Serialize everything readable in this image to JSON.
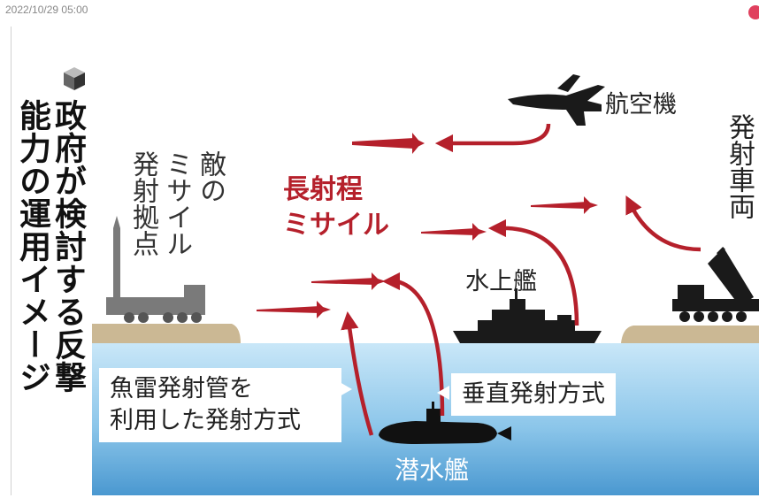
{
  "timestamp": "2022/10/29 05:00",
  "title_col_right": "政府が検討する反撃",
  "title_col_left": "能力の運用イメージ",
  "title_icon": "cube-icon",
  "enemy_base_label": [
    "敵の",
    "ミサイル",
    "発射拠点"
  ],
  "long_range_label": [
    "長射程",
    "ミサイル"
  ],
  "aircraft_label": "航空機",
  "launcher_vehicle_label": "発射車両",
  "surface_ship_label": "水上艦",
  "submarine_label": "潜水艦",
  "vertical_launch_label": "垂直発射方式",
  "torpedo_launch_label": [
    "魚雷発射管を",
    "利用した発射方式"
  ],
  "colors": {
    "missile_red": "#b5202b",
    "sea_top": "#b9dff5",
    "sea_bottom": "#4f9fd4",
    "land": "#cbb894",
    "title_text": "#111111"
  }
}
